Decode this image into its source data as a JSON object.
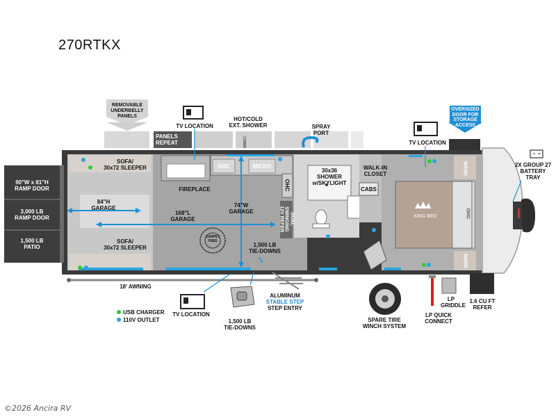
{
  "model": "270RTKX",
  "labels": {
    "removable_panels": "REMOVABLE\nUNDERBELLY\nPANELS",
    "tv_location_top": "TV LOCATION",
    "hot_cold_shower": "HOT/COLD\nEXT. SHOWER",
    "spray_port": "SPRAY\nPORT",
    "oversized_door": "OVERSIZED\nDOOR FOR\nSTORAGE\nACCESS",
    "tv_location_right": "TV LOCATION",
    "battery_tray": "2X GROUP 27\nBATTERY\nTRAY",
    "panels_repeat": "PANELS\nREPEAT",
    "ramp_door_size": "90\"W x 81\"H\nRAMP DOOR",
    "ramp_door_weight": "3,000 LB\nRAMP DOOR",
    "patio": "1,500 LB\nPATIO",
    "sofa_top": "SOFA/\n30x72 SLEEPER",
    "sofa_bottom": "SOFA/\n30x72 SLEEPER",
    "garage_84": "84\"H\nGARAGE",
    "garage_168": "168\"L\nGARAGE",
    "garage_74": "74\"W\nGARAGE",
    "fireplace": "FIREPLACE",
    "ohc": "OHC",
    "micro": "MICRO",
    "ohc_vertical": "OHC",
    "refer_dual": "DUAL\nSWINGING\n12V REFER",
    "shower": "30x36\nSHOWER\nw/SKYLIGHT",
    "walkin_closet": "WALK-IN\nCLOSET",
    "cabs": "CABS",
    "king_bed": "KING BED",
    "ward_top": "WARD",
    "ward_bottom": "WARD",
    "ohc_bed": "OHC",
    "carpet_free": "CARPET\nFREE",
    "tiedowns_inside": "1,500 LB\nTIE-DOWNS",
    "awning": "18' AWNING",
    "usb_charger": "USB CHARGER",
    "outlet_110v": "110V OUTLET",
    "tv_location_bottom": "TV LOCATION",
    "tiedowns_bottom": "1,500 LB\nTIE-DOWNS",
    "aluminum": "ALUMINUM",
    "stable_step": "STABLE STEP",
    "step_entry": "STEP ENTRY",
    "spare_tire": "SPARE TIRE\nWINCH SYSTEM",
    "lp_griddle": "LP\nGRIDDLE",
    "lp_quick": "LP QUICK\nCONNECT",
    "refer_cuft": "1.6 CU FT\nREFER"
  },
  "copyright": "©2026 Ancira RV",
  "colors": {
    "wall": "#3a3a3a",
    "floor": "#9a9a9a",
    "garage_floor": "#bdbdbd",
    "arrow_blue": "#1f8fd6",
    "usb_green": "#33cc33",
    "outlet_blue": "#2aa5e0",
    "bed_color": "#b4a294",
    "awning_gray": "#888888"
  },
  "icons": [
    "tv-icon",
    "shower-head-icon",
    "spray-port-icon",
    "down-arrow-icon",
    "battery-icon",
    "tie-down-icon",
    "step-icon",
    "spare-tire-icon",
    "crown-icon",
    "carpet-free-stamp"
  ]
}
